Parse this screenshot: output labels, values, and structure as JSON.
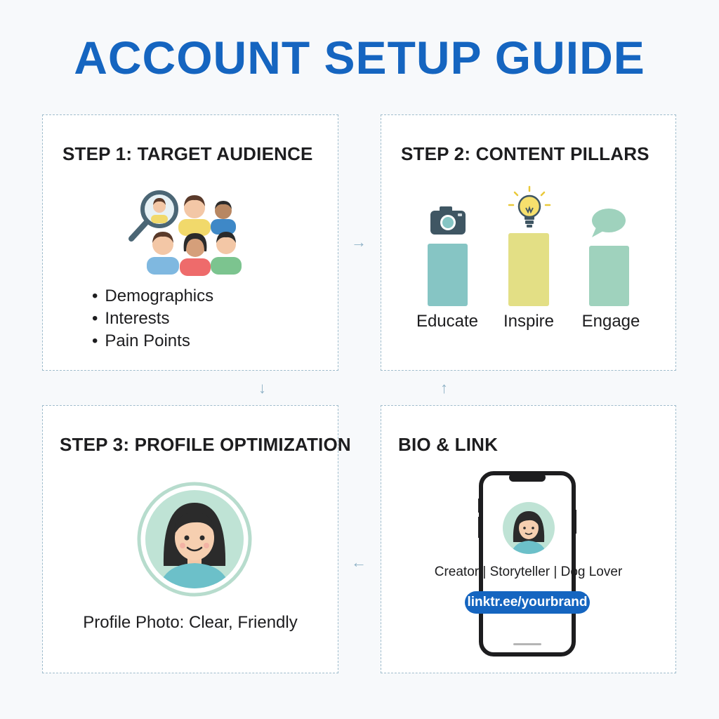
{
  "title": "ACCOUNT SETUP GUIDE",
  "step1": {
    "title": "STEP 1: TARGET AUDIENCE",
    "bullets": [
      "Demographics",
      "Interests",
      "Pain Points"
    ]
  },
  "step2": {
    "title": "STEP 2: CONTENT PILLARS",
    "pillars": [
      {
        "label": "Educate",
        "icon": "camera-icon",
        "color": "#86c5c4"
      },
      {
        "label": "Inspire",
        "icon": "lightbulb-icon",
        "color": "#e3df85"
      },
      {
        "label": "Engage",
        "icon": "speech-bubble-icon",
        "color": "#9fd2bd"
      }
    ]
  },
  "step3": {
    "title": "STEP 3: PROFILE OPTIMIZATION",
    "caption": "Profile Photo: Clear, Friendly"
  },
  "step4": {
    "title": "BIO & LINK",
    "bio": "Creator | Storyteller | Dog Lover",
    "link": "linktr.ee/yourbrand"
  },
  "colors": {
    "accent": "#1565c0",
    "border": "#9fbccc"
  }
}
